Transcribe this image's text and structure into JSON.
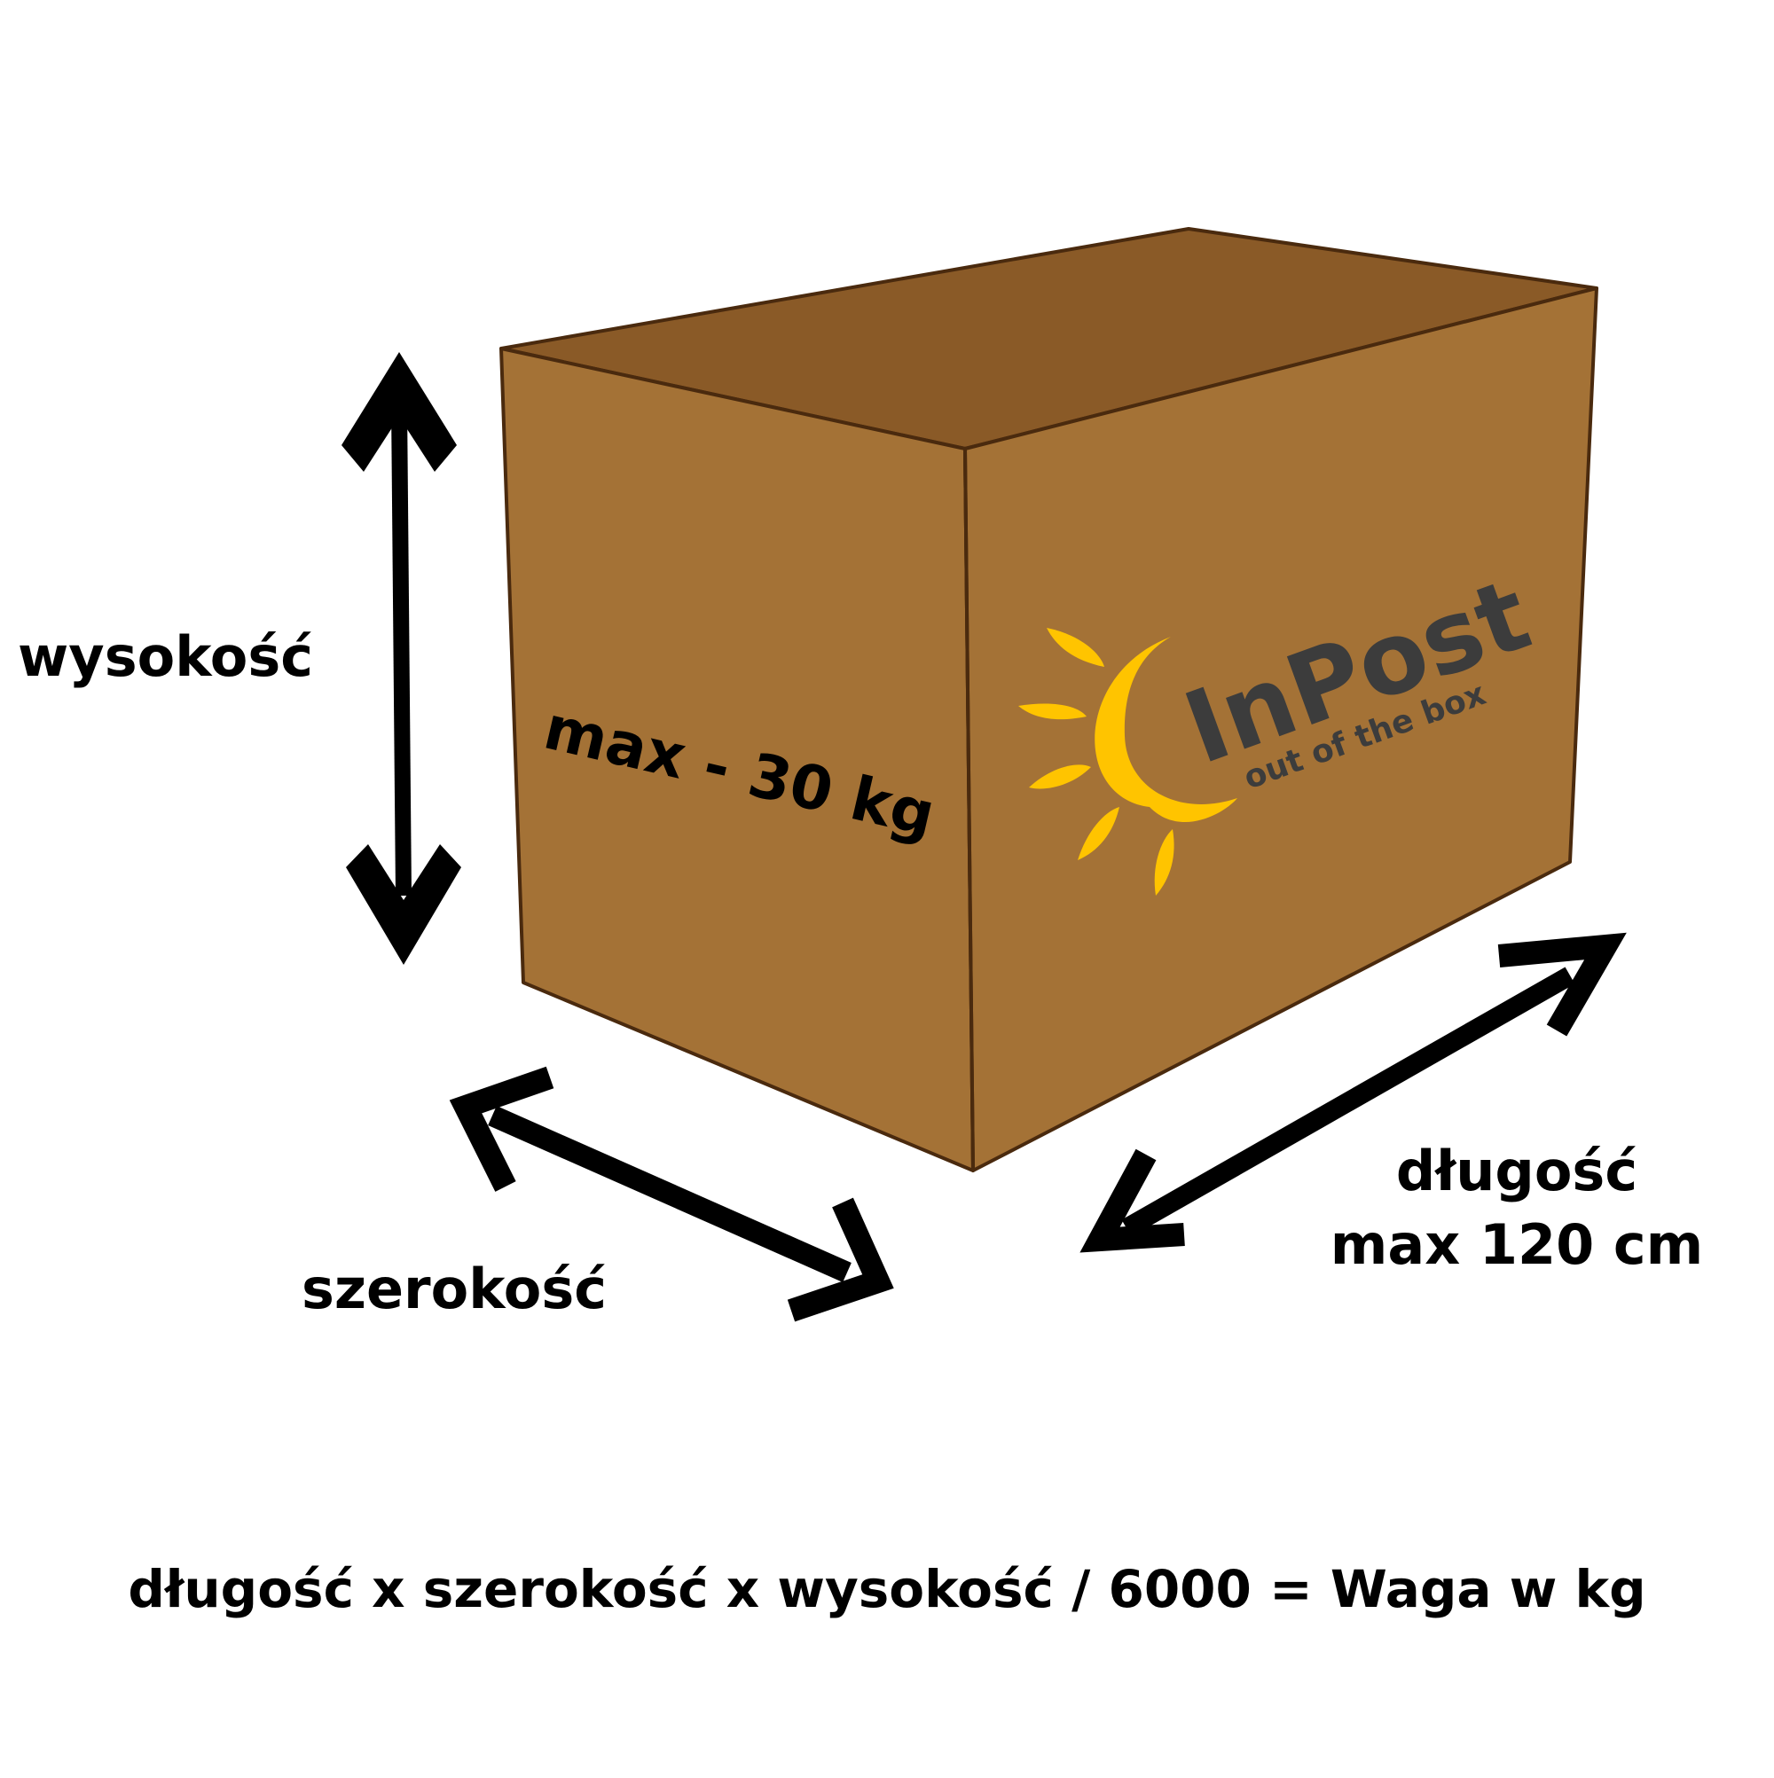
{
  "labels": {
    "height": "wysokość",
    "width": "szerokość",
    "length": "długość",
    "length_max": "max 120 cm",
    "max_weight": "max - 30 kg",
    "formula": "długość x szerokość x wysokość / 6000 = Waga w kg"
  },
  "logo": {
    "brand": "InPost",
    "tagline": "out of the box"
  },
  "colors": {
    "box_front": "#A47236",
    "box_side": "#A47236",
    "box_top": "#8A5A27",
    "box_edge": "#4A2A0E",
    "logo_sun": "#FFC400",
    "logo_text": "#3C3C3C",
    "text": "#000000",
    "arrow": "#000000"
  }
}
